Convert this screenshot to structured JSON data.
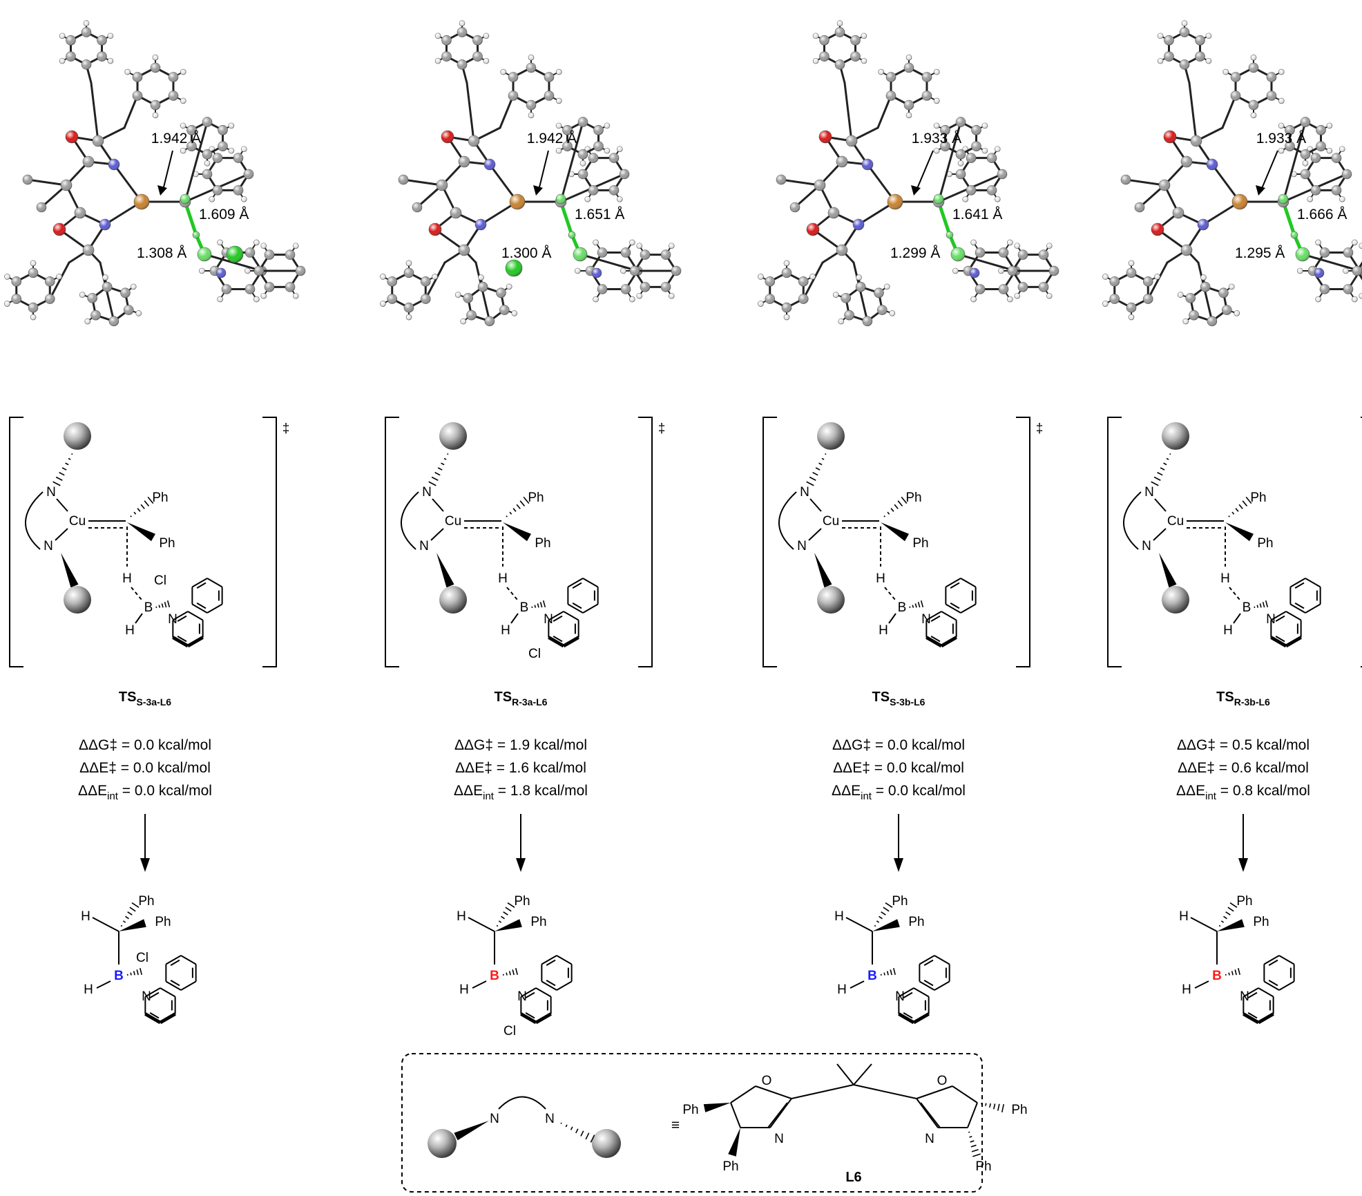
{
  "colors": {
    "carbon": "#9c9c9c",
    "oxygen": "#d81818",
    "nitrogen": "#5a5ad2",
    "copper": "#c8822f",
    "boron": "#66dd66",
    "chlorine": "#22c822",
    "boron_product_S": "#1a1aff",
    "boron_product_R": "#ff1a1a"
  },
  "atoms": {
    "N": "N",
    "Cu": "Cu",
    "B": "B",
    "H": "H",
    "Ph": "Ph",
    "Cl": "Cl",
    "dagger": "‡"
  },
  "panels": [
    {
      "ts_main": "TS",
      "ts_sub": "S-3a-L6",
      "d_cu_c": "1.942 Å",
      "d_c_h": "1.609 Å",
      "d_h_b": "1.308 Å",
      "dG": "ΔΔG‡ = 0.0 kcal/mol",
      "dE": "ΔΔE‡ = 0.0 kcal/mol",
      "dEint_pre": "ΔΔE",
      "dEint_sub": "int",
      "dEint_post": " = 0.0 kcal/mol",
      "chloro": "top",
      "prod_b": "S"
    },
    {
      "ts_main": "TS",
      "ts_sub": "R-3a-L6",
      "d_cu_c": "1.942 Å",
      "d_c_h": "1.651 Å",
      "d_h_b": "1.300 Å",
      "dG": "ΔΔG‡ = 1.9 kcal/mol",
      "dE": "ΔΔE‡ = 1.6 kcal/mol",
      "dEint_pre": "ΔΔE",
      "dEint_sub": "int",
      "dEint_post": " = 1.8 kcal/mol",
      "chloro": "bottom",
      "prod_b": "R"
    },
    {
      "ts_main": "TS",
      "ts_sub": "S-3b-L6",
      "d_cu_c": "1.933 Å",
      "d_c_h": "1.641 Å",
      "d_h_b": "1.299 Å",
      "dG": "ΔΔG‡ = 0.0 kcal/mol",
      "dE": "ΔΔE‡ = 0.0 kcal/mol",
      "dEint_pre": "ΔΔE",
      "dEint_sub": "int",
      "dEint_post": " = 0.0 kcal/mol",
      "chloro": "none",
      "prod_b": "S"
    },
    {
      "ts_main": "TS",
      "ts_sub": "R-3b-L6",
      "d_cu_c": "1.933 Å",
      "d_c_h": "1.666 Å",
      "d_h_b": "1.295 Å",
      "dG": "ΔΔG‡ = 0.5 kcal/mol",
      "dE": "ΔΔE‡ = 0.6 kcal/mol",
      "dEint_pre": "ΔΔE",
      "dEint_sub": "int",
      "dEint_post": " = 0.8 kcal/mol",
      "chloro": "none",
      "prod_b": "R"
    }
  ],
  "legend": {
    "equiv": "≡",
    "N": "N",
    "O": "O",
    "Ph": "Ph",
    "ligand_label": "L6"
  }
}
